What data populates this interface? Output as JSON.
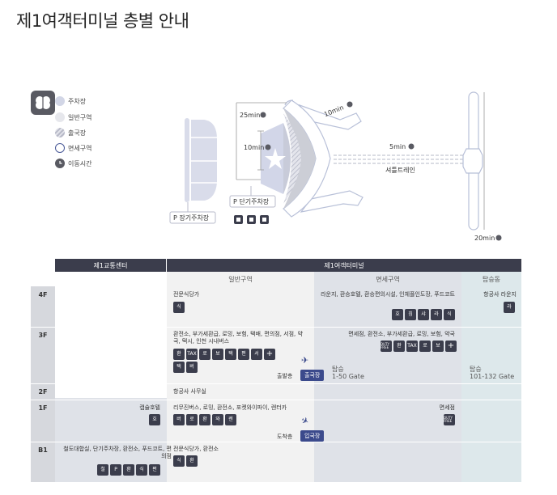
{
  "page": {
    "title": "제1여객터미널 층별 안내"
  },
  "legend": {
    "items": [
      {
        "label": "주차장",
        "color": "#d2d6e6"
      },
      {
        "label": "일반구역",
        "color": "#e6e7ec"
      },
      {
        "label": "출국장",
        "color": "#c9cbd6"
      },
      {
        "label": "면세구역",
        "color": "#ffffff"
      },
      {
        "label": "이동시간",
        "color": "#595a62"
      }
    ]
  },
  "map": {
    "time_25": "25min",
    "time_10_left": "10min",
    "time_10_top": "10min",
    "time_5": "5min",
    "time_20": "20min",
    "shuttle": "셔틀트레인",
    "long_parking": "P 장기주차장",
    "short_parking": "P 단기주차장"
  },
  "table": {
    "headers": {
      "transport_center": "제1교통센터",
      "terminal": "제1여객터미널"
    },
    "subheaders": {
      "general": "일반구역",
      "dutyfree": "면세구역",
      "boarding": "탑승동"
    },
    "floors": {
      "f4": {
        "label": "4F",
        "general_text": "전문식당가",
        "general_icons": [
          "식"
        ],
        "dutyfree_text": "라운지, 환승호텔, 환승편의시설, 인체플인도장, 푸드코트",
        "dutyfree_icons": [
          "호",
          "침",
          "샤",
          "라",
          "식"
        ],
        "boarding_text": "항공사 라운지",
        "boarding_icons": [
          "라"
        ]
      },
      "f3": {
        "label": "3F",
        "general_text": "환전소, 부가세환급, 로밍, 보험, 택배, 편의점, 서점, 약국, 택시, 인천 시내버스",
        "general_icons": [
          "환",
          "TAX",
          "로",
          "보",
          "택",
          "편",
          "서",
          "+"
        ],
        "general_icons2": [
          "택",
          "버"
        ],
        "dutyfree_text": "면세점, 환전소, 부가세환급, 로밍, 보험, 약국",
        "dutyfree_icons": [
          "DUTY FREE",
          "환",
          "TAX",
          "로",
          "보",
          "+"
        ],
        "departure_label": "출발층",
        "departure_badge": "출국장",
        "dutyfree_gate_label": "탑승",
        "dutyfree_gate": "1-50 Gate",
        "boarding_gate_label": "탑승",
        "boarding_gate": "101-132 Gate"
      },
      "f2": {
        "label": "2F",
        "general_text": "항공사 사무실"
      },
      "f1": {
        "label": "1F",
        "transport_text": "캡슐호텔",
        "transport_icons": [
          "호"
        ],
        "general_text": "리무진버스, 로밍, 환전소, 포켓와이파이, 렌터카",
        "general_icons": [
          "버",
          "로",
          "환",
          "와",
          "렌"
        ],
        "dutyfree_text": "면세점",
        "dutyfree_icons": [
          "DUTY FREE"
        ],
        "arrival_label": "도착층",
        "arrival_badge": "입국장"
      },
      "b1": {
        "label": "B1",
        "transport_text": "철도대합실, 단기주차장, 환전소, 푸드코트, 편의점",
        "transport_icons": [
          "철",
          "P",
          "환",
          "식",
          "편"
        ],
        "general_text": "전문식당가, 환전소",
        "general_icons": [
          "식",
          "환"
        ]
      }
    }
  }
}
